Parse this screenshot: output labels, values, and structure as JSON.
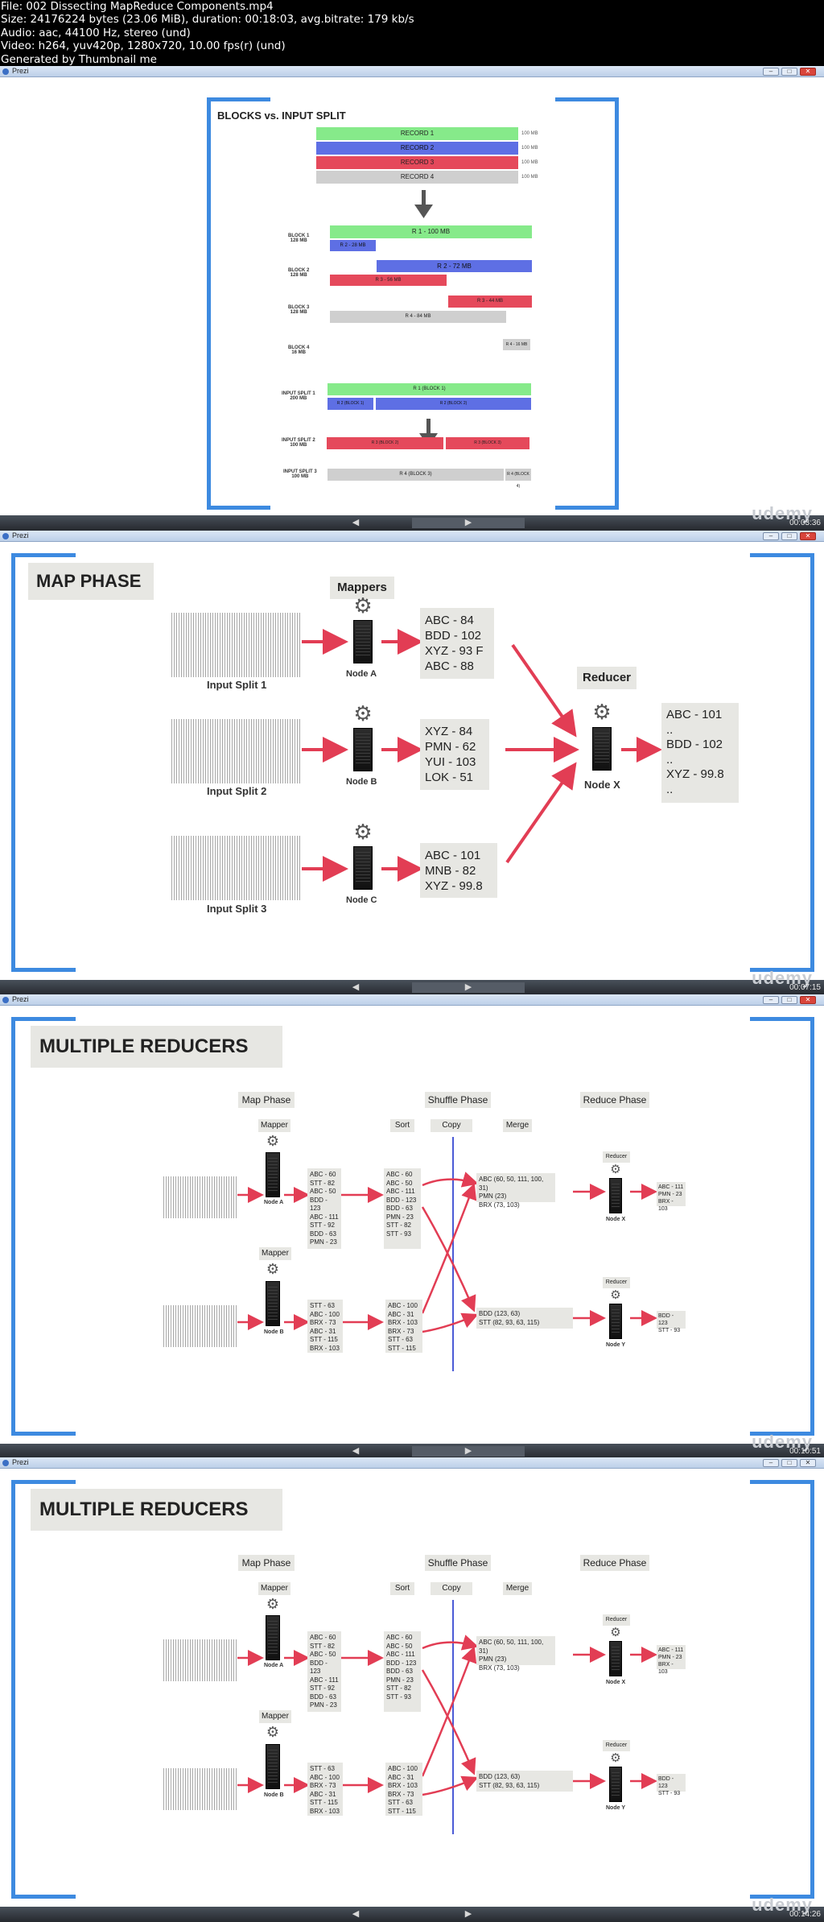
{
  "file_info": {
    "line1": "File: 002 Dissecting MapReduce Components.mp4",
    "line2": "Size: 24176224 bytes (23.06 MiB), duration: 00:18:03, avg.bitrate: 179 kb/s",
    "line3": "Audio: aac, 44100 Hz, stereo (und)",
    "line4": "Video: h264, yuv420p, 1280x720, 10.00 fps(r) (und)",
    "line5": "Generated by Thumbnail me"
  },
  "window": {
    "title": "Prezi",
    "minimize": "–",
    "maximize": "□",
    "close": "✕",
    "watermark": "udemy"
  },
  "nav": {
    "prev": "◀",
    "next": "▶"
  },
  "frames": [
    {
      "time": "00:03:36"
    },
    {
      "time": "00:07:15"
    },
    {
      "time": "00:10:51"
    },
    {
      "time": "00:14:26"
    }
  ],
  "slide1": {
    "title": "BLOCKS vs. INPUT SPLIT",
    "records": [
      {
        "label": "RECORD 1",
        "size": "100 MB",
        "color": "#86ea8a"
      },
      {
        "label": "RECORD 2",
        "size": "100 MB",
        "color": "#5e6fe4"
      },
      {
        "label": "RECORD 3",
        "size": "100 MB",
        "color": "#e5495b"
      },
      {
        "label": "RECORD 4",
        "size": "100 MB",
        "color": "#cfcfcf"
      }
    ],
    "blocks": [
      {
        "label": "BLOCK 1",
        "sub": "128 MB"
      },
      {
        "label": "BLOCK 2",
        "sub": "128 MB"
      },
      {
        "label": "BLOCK 3",
        "sub": "128 MB"
      },
      {
        "label": "BLOCK 4",
        "sub": "16 MB"
      }
    ],
    "block_bars": {
      "b1a": "R 1 - 100 MB",
      "b1b": "R 2 - 28 MB",
      "b2a": "R 2 - 72 MB",
      "b2b": "R 3 - 56 MB",
      "b3a": "R 3 - 44 MB",
      "b3b": "R 4 - 84 MB",
      "b4a": "R 4 - 16 MB"
    },
    "splits": [
      {
        "label": "INPUT SPLIT 1",
        "sub": "200 MB"
      },
      {
        "label": "INPUT SPLIT 2",
        "sub": "100 MB"
      },
      {
        "label": "INPUT SPLIT 3",
        "sub": "100 MB"
      }
    ],
    "split_bars": {
      "s1a": "R 1 (BLOCK 1)",
      "s1b": "R 2 (BLOCK 1)",
      "s1c": "R 2 (BLOCK 2)",
      "s2a": "R 3 (BLOCK 2)",
      "s2b": "R 3 (BLOCK 3)",
      "s3a": "R 4 (BLOCK 3)",
      "s3b": "R 4 (BLOCK 4)"
    }
  },
  "slide2": {
    "title": "MAP PHASE",
    "mappers_label": "Mappers",
    "reducer_label": "Reducer",
    "splits": [
      "Input Split 1",
      "Input Split 2",
      "Input Split 3"
    ],
    "nodes": [
      "Node A",
      "Node B",
      "Node C"
    ],
    "outputs": [
      [
        "ABC - 84",
        "BDD - 102",
        "XYZ - 93 F",
        "ABC - 88"
      ],
      [
        "XYZ - 84",
        "PMN - 62",
        "YUI - 103",
        "LOK - 51"
      ],
      [
        "ABC - 101",
        "MNB - 82",
        "XYZ - 99.8"
      ]
    ],
    "reducer_node": "Node X",
    "result": [
      "ABC - 101",
      "..",
      "BDD - 102",
      "..",
      "XYZ - 99.8",
      ".."
    ]
  },
  "slide3": {
    "title": "MULTIPLE REDUCERS",
    "map_phase": "Map Phase",
    "shuffle_phase": "Shuffle Phase",
    "reduce_phase": "Reduce Phase",
    "mapper": "Mapper",
    "sort": "Sort",
    "copy": "Copy",
    "merge": "Merge",
    "reducer": "Reducer",
    "node_a": "Node A",
    "node_b": "Node B",
    "node_x": "Node X",
    "node_y": "Node Y",
    "map_out_a": [
      "ABC - 60",
      "STT - 82",
      "ABC - 50",
      "BDD - 123",
      "ABC - 111",
      "STT - 92",
      "BDD - 63",
      "PMN - 23"
    ],
    "sort_a": [
      "ABC - 60",
      "ABC - 50",
      "ABC - 111",
      "BDD - 123",
      "BDD - 63",
      "PMN - 23",
      "STT - 82",
      "STT - 93"
    ],
    "map_out_b": [
      "STT - 63",
      "ABC - 100",
      "BRX - 73",
      "ABC - 31",
      "STT - 115",
      "BRX - 103"
    ],
    "sort_b": [
      "ABC - 100",
      "ABC - 31",
      "BRX - 103",
      "BRX - 73",
      "STT - 63",
      "STT - 115"
    ],
    "merge_x": [
      "ABC (60, 50, 111, 100, 31)",
      "PMN (23)",
      "BRX (73, 103)"
    ],
    "merge_y": [
      "BDD (123, 63)",
      "STT (82, 93, 63, 115)"
    ],
    "out_x": [
      "ABC - 111",
      "PMN - 23",
      "BRX - 103"
    ],
    "out_y": [
      "BDD - 123",
      "STT - 93"
    ]
  }
}
